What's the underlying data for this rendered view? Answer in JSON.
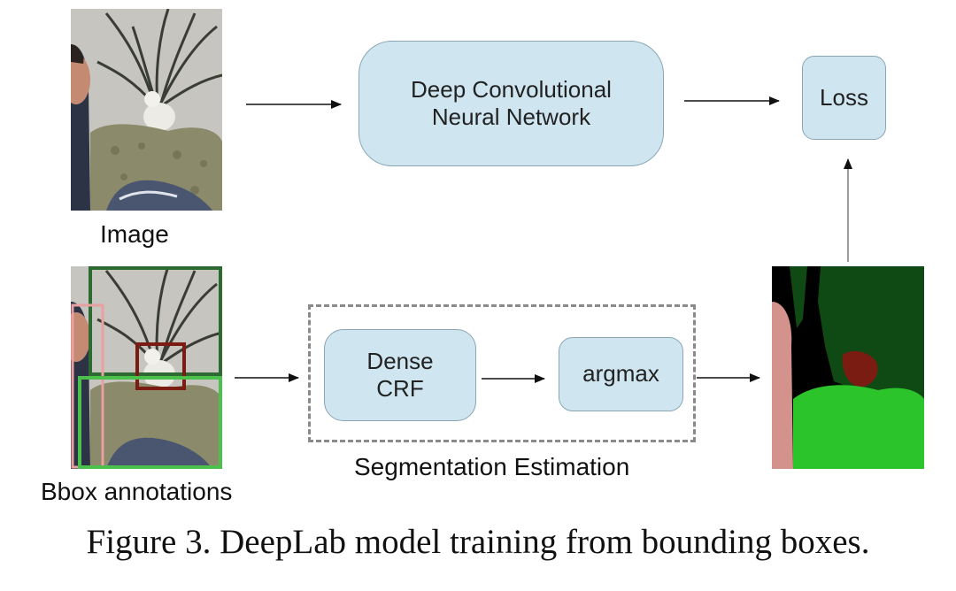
{
  "nodes": {
    "dcnn": "Deep Convolutional Neural Network",
    "loss": "Loss",
    "dense_crf": "Dense CRF",
    "argmax": "argmax"
  },
  "labels": {
    "image": "Image",
    "bbox_annotations": "Bbox annotations",
    "segmentation_estimation": "Segmentation Estimation"
  },
  "caption": "Figure 3. DeepLab model training from bounding boxes.",
  "colors": {
    "node_fill": "#cfe6f1",
    "bbox_dark_green": "#2c6a32",
    "bbox_red": "#7a1c12",
    "bbox_light_green": "#4cc04c",
    "bbox_pink": "#e8a0a0",
    "seg_black": "#000000",
    "seg_dark_green": "#0f4a14",
    "seg_light_green": "#2bc42b",
    "seg_pink": "#d4928c",
    "seg_red": "#7a1c12"
  }
}
